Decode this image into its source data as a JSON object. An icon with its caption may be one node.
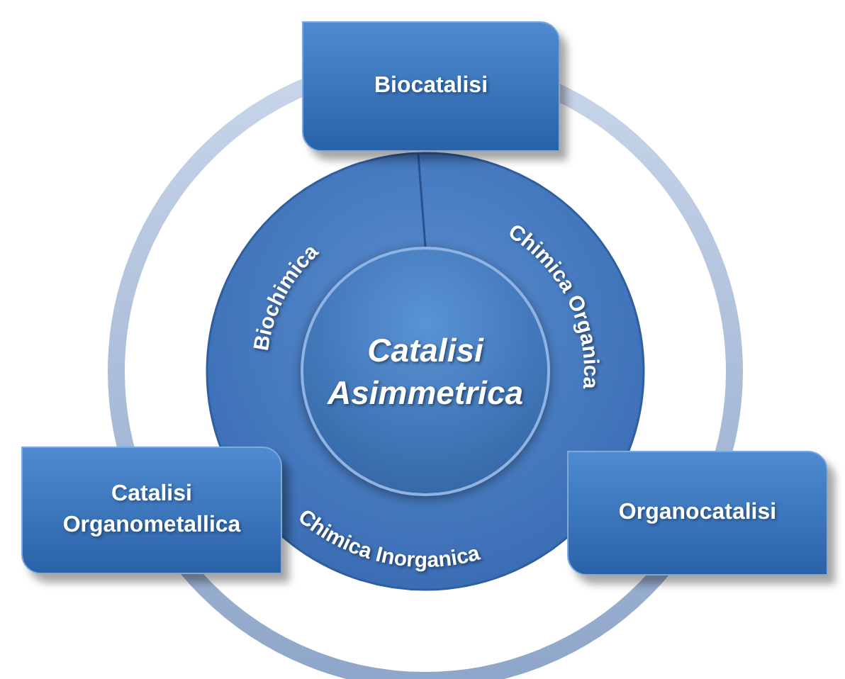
{
  "diagram": {
    "nodes": [
      {
        "text": [],
        "shape": "circle"
      },
      {
        "text": [
          "Biochimica",
          "Chimica Organica",
          "Chimica Inorganica"
        ],
        "in": 0
      },
      {
        "text": [
          "Catalisi Asimmetrica"
        ],
        "in": 1
      },
      {
        "text": [
          "Biocatalisi"
        ]
      },
      {
        "text": [
          "Catalisi Organometallica"
        ]
      },
      {
        "text": [
          "Organocatalisi"
        ]
      }
    ]
  }
}
